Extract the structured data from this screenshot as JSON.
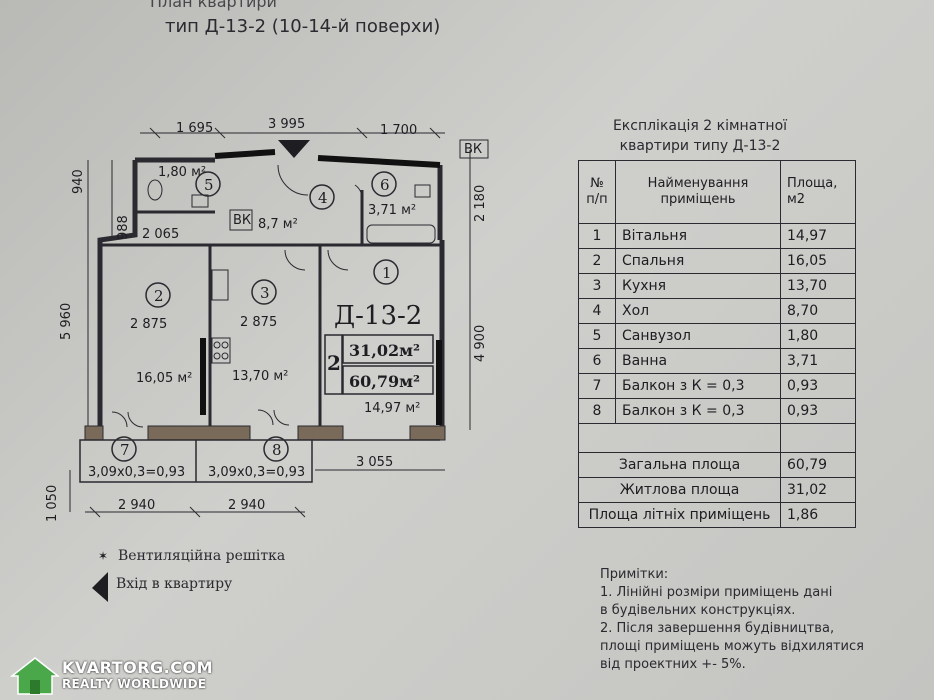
{
  "header": {
    "line1": "План квартири",
    "line2": "тип Д-13-2 (10-14-й поверхи)"
  },
  "plan": {
    "dims_top": [
      "1 695",
      "3 995",
      "1 700"
    ],
    "dims_left": [
      "940",
      "988",
      "5 960"
    ],
    "dims_right": [
      "2 180",
      "4 900"
    ],
    "dims_inner": [
      "2 065",
      "2 875",
      "2 875",
      "3 055"
    ],
    "dims_bottom": [
      "2 940",
      "2 940"
    ],
    "dim_1050": "1 050",
    "rooms": [
      {
        "num": "1",
        "area": "14,97 м²"
      },
      {
        "num": "2",
        "area": "16,05 м²"
      },
      {
        "num": "3",
        "area": "13,70 м²"
      },
      {
        "num": "4",
        "area": "8,7 м²"
      },
      {
        "num": "5",
        "area": "1,80 м²"
      },
      {
        "num": "6",
        "area": "3,71 м²"
      },
      {
        "num": "7",
        "area": "3,09х0,3=0,93"
      },
      {
        "num": "8",
        "area": "3,09х0,3=0,93"
      }
    ],
    "vk": "ВК",
    "apt_code": "Д-13-2",
    "rooms_count": "2",
    "living_area": "31,02м²",
    "total_area": "60,79м²"
  },
  "legend": {
    "vent": "Вентиляційна решітка",
    "entry": "Вхід в квартиру"
  },
  "explication": {
    "title_line1": "Експлікація 2 кімнатної",
    "title_line2": "квартири типу Д-13-2",
    "headers": {
      "num": "№ п/п",
      "name": "Найменування приміщень",
      "area": "Площа, м2"
    },
    "rows": [
      {
        "num": "1",
        "name": "Вітальня",
        "area": "14,97"
      },
      {
        "num": "2",
        "name": "Спальня",
        "area": "16,05"
      },
      {
        "num": "3",
        "name": "Кухня",
        "area": "13,70"
      },
      {
        "num": "4",
        "name": "Хол",
        "area": "8,70"
      },
      {
        "num": "5",
        "name": "Санвузол",
        "area": "1,80"
      },
      {
        "num": "6",
        "name": "Ванна",
        "area": "3,71"
      },
      {
        "num": "7",
        "name": "Балкон з К = 0,3",
        "area": "0,93"
      },
      {
        "num": "8",
        "name": "Балкон з К = 0,3",
        "area": "0,93"
      }
    ],
    "totals": [
      {
        "label": "Загальна площа",
        "value": "60,79"
      },
      {
        "label": "Житлова площа",
        "value": "31,02"
      },
      {
        "label": "Площа літніх приміщень",
        "value": "1,86"
      }
    ]
  },
  "notes": {
    "title": "Примітки:",
    "n1a": "1. Лінійні розміри приміщень дані",
    "n1b": "в будівельних конструкціях.",
    "n2a": "2. Після завершення будівництва,",
    "n2b": "площі приміщень можуть відхилятися",
    "n2c": "від проектних +- 5%."
  },
  "watermark": {
    "line1": "KVARTORG.COM",
    "line2": "REALTY WORLDWIDE"
  }
}
